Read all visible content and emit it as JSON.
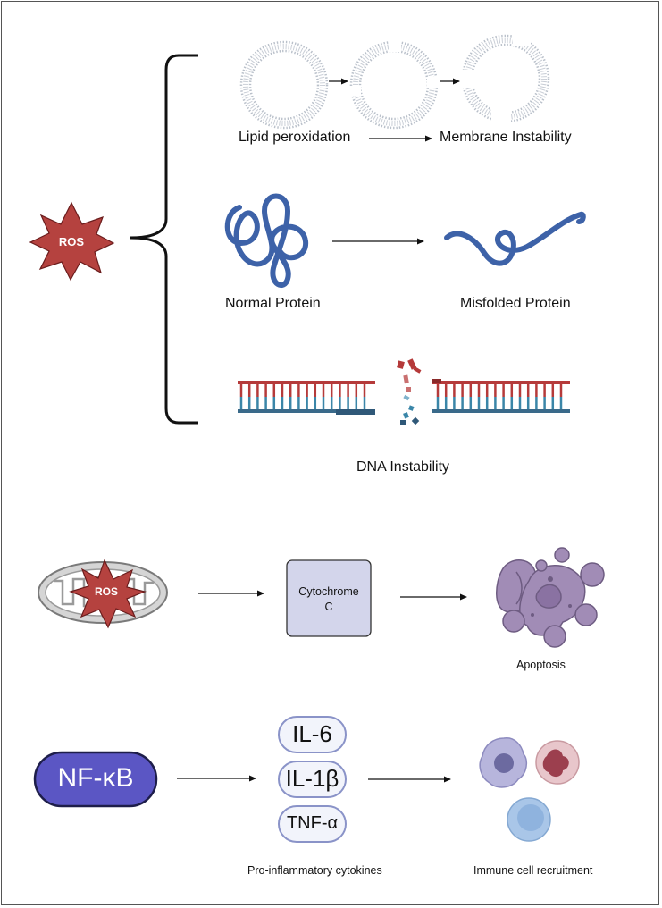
{
  "ros_label": "ROS",
  "top_section": {
    "lipid_label": "Lipid peroxidation",
    "membrane_label": "Membrane Instability",
    "normal_protein_label": "Normal Protein",
    "misfolded_protein_label": "Misfolded Protein",
    "dna_label": "DNA Instability"
  },
  "mito_section": {
    "mito_ros_label": "ROS",
    "cytochrome_line1": "Cytochrome",
    "cytochrome_line2": "C",
    "apoptosis_label": "Apoptosis"
  },
  "inflammation_section": {
    "nfkb_label": "NF-κB",
    "cytokines": [
      "IL-6",
      "IL-1β",
      "TNF-α"
    ],
    "cytokines_label": "Pro-inflammatory cytokines",
    "immune_label": "Immune cell recruitment"
  },
  "colors": {
    "ros_red": "#b5423f",
    "protein_blue": "#3d62a8",
    "dna_red": "#b53a3a",
    "dna_blue": "#3a86a8",
    "nfkb_purple": "#5b56c4",
    "cytochrome_fill": "#d3d5eb",
    "apoptosis_purple": "#9a80b0"
  }
}
